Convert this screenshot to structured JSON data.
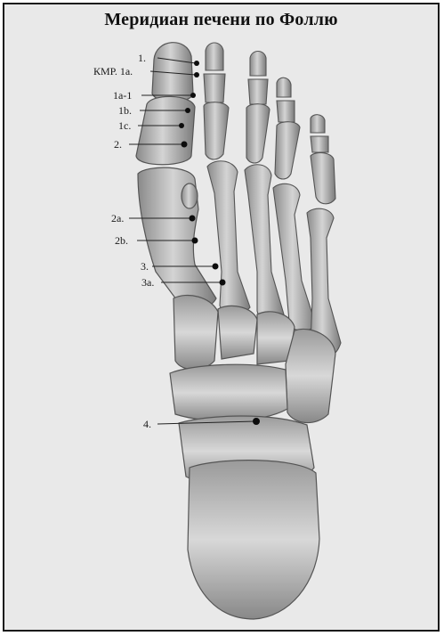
{
  "title": "Меридиан печени по Фоллю",
  "points": [
    {
      "label": "1."
    },
    {
      "label": "КМР. 1а."
    },
    {
      "label": "1а-1"
    },
    {
      "label": "1b."
    },
    {
      "label": "1с."
    },
    {
      "label": "2."
    },
    {
      "label": "2а."
    },
    {
      "label": "2b."
    },
    {
      "label": "3."
    },
    {
      "label": "3а."
    },
    {
      "label": "4."
    }
  ]
}
